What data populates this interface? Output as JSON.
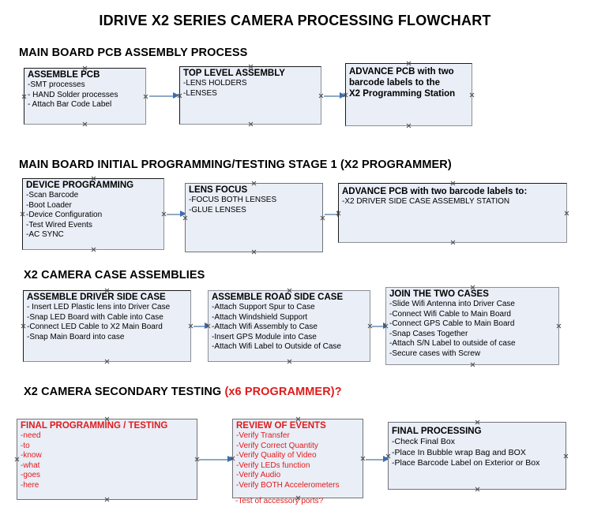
{
  "title": "IDRIVE X2  SERIES CAMERA PROCESSING FLOWCHART",
  "colors": {
    "box_fill": "#e9eef7",
    "box_border": "#1a1a1a",
    "box_border_gray": "#8c8f94",
    "arrow_shaft": "#8fa9c4",
    "arrow_head": "#3b6cb5",
    "accent_red": "#e01b1b",
    "text": "#000000"
  },
  "sections": [
    {
      "heading": "MAIN BOARD PCB ASSEMBLY PROCESS",
      "heading_suffix": "",
      "boxes": [
        {
          "title": "ASSEMBLE PCB",
          "title_color": "black",
          "lines": [
            "-SMT processes",
            "- HAND Solder processes",
            "- Attach Bar Code Label"
          ]
        },
        {
          "title": "TOP LEVEL ASSEMBLY",
          "title_color": "black",
          "lines": [
            "-LENS HOLDERS",
            "-LENSES"
          ]
        },
        {
          "title": "ADVANCE PCB with two",
          "title_color": "black",
          "lines": [
            "barcode labels to the",
            " X2 Programming Station"
          ]
        }
      ]
    },
    {
      "heading": "MAIN BOARD INITIAL PROGRAMMING/TESTING STAGE 1 (X2 PROGRAMMER)",
      "heading_suffix": "",
      "boxes": [
        {
          "title": "DEVICE PROGRAMMING",
          "title_color": "black",
          "lines": [
            "-Scan Barcode",
            "-Boot Loader",
            "-Device Configuration",
            "-Test Wired Events",
            "-AC SYNC"
          ]
        },
        {
          "title": "LENS FOCUS",
          "title_color": "black",
          "lines": [
            "-FOCUS BOTH LENSES",
            "-GLUE LENSES"
          ]
        },
        {
          "title": "ADVANCE PCB with two barcode labels to:",
          "title_color": "black",
          "lines": [
            "-X2 DRIVER  SIDE  CASE  ASSEMBLY STATION"
          ]
        }
      ]
    },
    {
      "heading": "X2 CAMERA CASE ASSEMBLIES",
      "heading_suffix": "",
      "boxes": [
        {
          "title": "ASSEMBLE DRIVER SIDE CASE",
          "title_color": "black",
          "lines": [
            "- Insert LED Plastic lens into Driver Case",
            "-Snap LED Board with Cable into Case",
            "-Connect LED Cable to X2 Main Board",
            "-Snap Main Board into case"
          ]
        },
        {
          "title": "ASSEMBLE ROAD SIDE CASE",
          "title_color": "black",
          "lines": [
            "-Attach Support Spur to Case",
            "-Attach Windshield Support",
            "-Attach Wifi Assembly to Case",
            "-Insert GPS Module into Case",
            "-Attach Wifi Label to Outside of Case"
          ]
        },
        {
          "title": "JOIN THE TWO CASES",
          "title_color": "black",
          "lines": [
            "-Slide Wifi Antenna into Driver Case",
            "-Connect Wifi Cable to Main Board",
            "-Connect GPS Cable to Main Board",
            "-Snap Cases Together",
            "-Attach S/N Label to outside of case",
            "-Secure cases with Screw"
          ]
        }
      ]
    },
    {
      "heading": "X2 CAMERA SECONDARY TESTING ",
      "heading_suffix": "(x6 PROGRAMMER)?",
      "boxes": [
        {
          "title": "FINAL PROGRAMMING / TESTING",
          "title_color": "red",
          "lines": [
            "-need",
            "-to",
            "-know",
            "-what",
            "-goes",
            "-here"
          ]
        },
        {
          "title": "REVIEW OF EVENTS",
          "title_color": "red",
          "lines": [
            "-Verify Transfer",
            "-Verify Correct Quantity",
            "-Verify Quality of Video",
            "-Verify LEDs function",
            "-Verify Audio",
            "-Verify BOTH Accelerometers"
          ],
          "overflow_line": "-Test of accessory ports?"
        },
        {
          "title": "FINAL PROCESSING",
          "title_color": "black",
          "lines": [
            " -Check Final Box",
            "-Place In Bubble wrap Bag and BOX",
            "-Place Barcode Label on Exterior or Box"
          ]
        }
      ]
    }
  ]
}
